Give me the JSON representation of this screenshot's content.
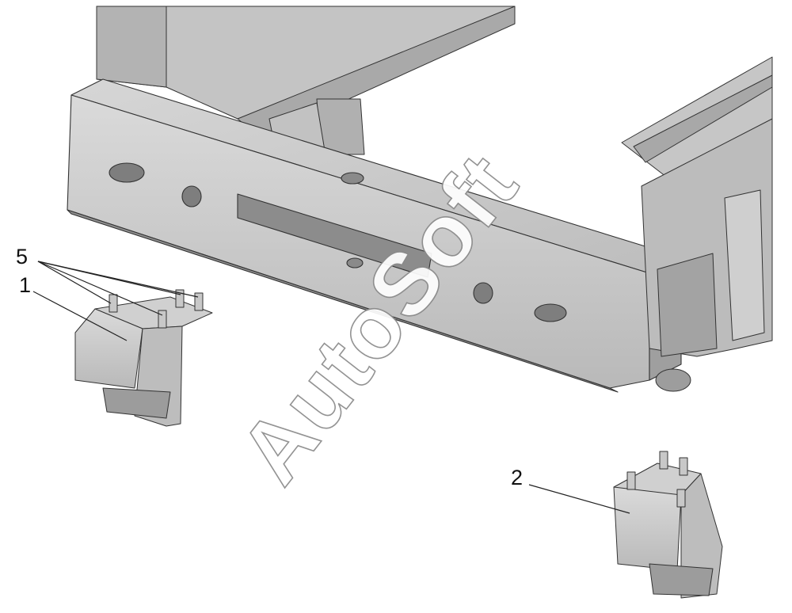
{
  "callouts": {
    "one": "1",
    "two": "2",
    "five": "5"
  },
  "watermark": "AutoSoft",
  "colors": {
    "metal": "#c9c9c9",
    "metal_light": "#e2e2e2",
    "metal_dark": "#9a9a9a",
    "line": "#333333"
  }
}
